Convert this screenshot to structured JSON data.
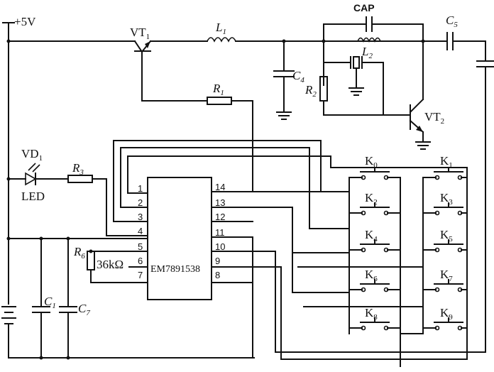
{
  "supply_label": "+5V",
  "transistors": {
    "vt1": {
      "name": "VT",
      "sub": "1"
    },
    "vt2": {
      "name": "VT",
      "sub": "2"
    }
  },
  "inductors": {
    "l1": {
      "name": "L",
      "sub": "1"
    },
    "l2": {
      "name": "L",
      "sub": "2"
    }
  },
  "capacitors": {
    "cap": "CAP",
    "c5": {
      "name": "C",
      "sub": "5"
    },
    "c4": {
      "name": "C",
      "sub": "4"
    },
    "c1": {
      "name": "C",
      "sub": "1"
    },
    "c7": {
      "name": "C",
      "sub": "7"
    }
  },
  "resistors": {
    "r1": {
      "name": "R",
      "sub": "1"
    },
    "r2": {
      "name": "R",
      "sub": "2"
    },
    "r3": {
      "name": "R",
      "sub": "3"
    },
    "r6": {
      "name": "R",
      "sub": "6",
      "value": "36kΩ"
    }
  },
  "led": {
    "name": "VD",
    "sub": "1",
    "type": "LED"
  },
  "ic": {
    "name": "EM7891538",
    "left_pins": [
      "1",
      "2",
      "3",
      "4",
      "5",
      "6",
      "7"
    ],
    "right_pins": [
      "14",
      "13",
      "12",
      "11",
      "10",
      "9",
      "8"
    ]
  },
  "keys": [
    "K0",
    "K1",
    "K2",
    "K3",
    "K4",
    "K5",
    "K6",
    "K7",
    "K8",
    "K9"
  ]
}
